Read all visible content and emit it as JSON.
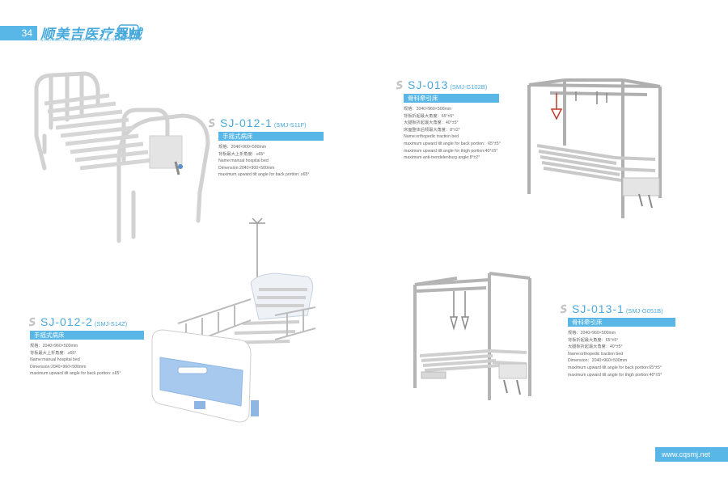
{
  "header": {
    "page_number": "34",
    "brand_name": "顺美吉医疗器械",
    "brand_subtitle": "SHUNMEIJI MEDICAL EQUIPMENT CO.,LTD"
  },
  "products": [
    {
      "model": "SJ-012-1",
      "code": "(SMJ-S11F)",
      "category": "手摇式病床",
      "specs": [
        "规格：2040×900×500mm",
        "背板最大上折角度：≥65°",
        "Name:manual hospital bed",
        "Dimension:2040×900×500mm",
        "maximum upward tilt angle for back portion: ≥65°"
      ]
    },
    {
      "model": "SJ-013",
      "code": "(SMJ-G102B)",
      "category": "骨科牵引床",
      "specs": [
        "规格：2040×960×500mm",
        "背板折起最大角度：65°±5°",
        "大腿板折起最大角度：40°±5°",
        "床面整体后倾最大角度：8°±2°",
        "Name:orthopedic traction bed",
        "maximum upward tilt angle for back portion：65°±5°",
        "maximum upward tilt angle for thigh portion:40°±5°",
        "maximum anti-trendelenburg angle:8°±2°"
      ]
    },
    {
      "model": "SJ-012-2",
      "code": "(SMJ-S14Z)",
      "category": "手摇式病床",
      "specs": [
        "规格：2040×960×500mm",
        "背板最大上折角度：≥65°",
        "Name:manual hospital bed",
        "Dimension:2040×960×500mm",
        "maximum upward tilt angle for back portion: ≥65°"
      ]
    },
    {
      "model": "SJ-013-1",
      "code": "(SMJ-G051B)",
      "category": "骨科牵引床",
      "specs": [
        "规格：2040×960×500mm",
        "背板折起最大角度：65°±5°",
        "大腿板折起最大角度：40°±5°",
        "Name:orthopedic traction bed",
        "Dimension：2040×960×500mm",
        "maximum upward tilt angle for back portion:65°±5°",
        "maximum upward tilt angle for thigh portion:40°±5°"
      ]
    }
  ],
  "footer": {
    "website": "www.cqsmj.net"
  },
  "colors": {
    "accent": "#58b7e6",
    "frame": "#d8d8d8",
    "steel": "#a8a8a8"
  }
}
